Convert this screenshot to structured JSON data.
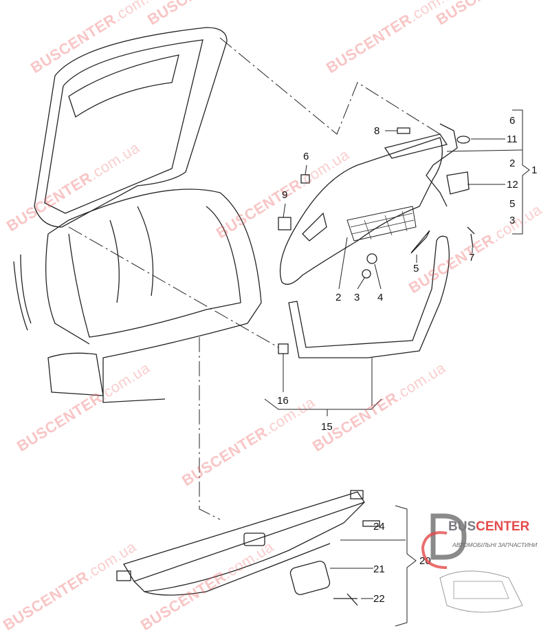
{
  "watermark": {
    "brand": "BUSCENTER",
    "domain": ".com.ua"
  },
  "logo": {
    "brand_gray": "BUS",
    "brand_red": "CENTER",
    "tagline": "АВТОМОБІЛЬНІ ЗАПЧАСТИНИ",
    "accent": "#e34a4a",
    "gray": "#7a7a80"
  },
  "parts": {
    "p6a": "6",
    "p11": "11",
    "p2a": "2",
    "p12": "12",
    "p5a": "5",
    "p3a": "3",
    "p1": "1",
    "p8": "8",
    "p6b": "6",
    "p9": "9",
    "p7": "7",
    "p5b": "5",
    "p2b": "2",
    "p3b": "3",
    "p4": "4",
    "p16": "16",
    "p15": "15",
    "p24": "24",
    "p20": "20",
    "p21": "21",
    "p22": "22"
  }
}
